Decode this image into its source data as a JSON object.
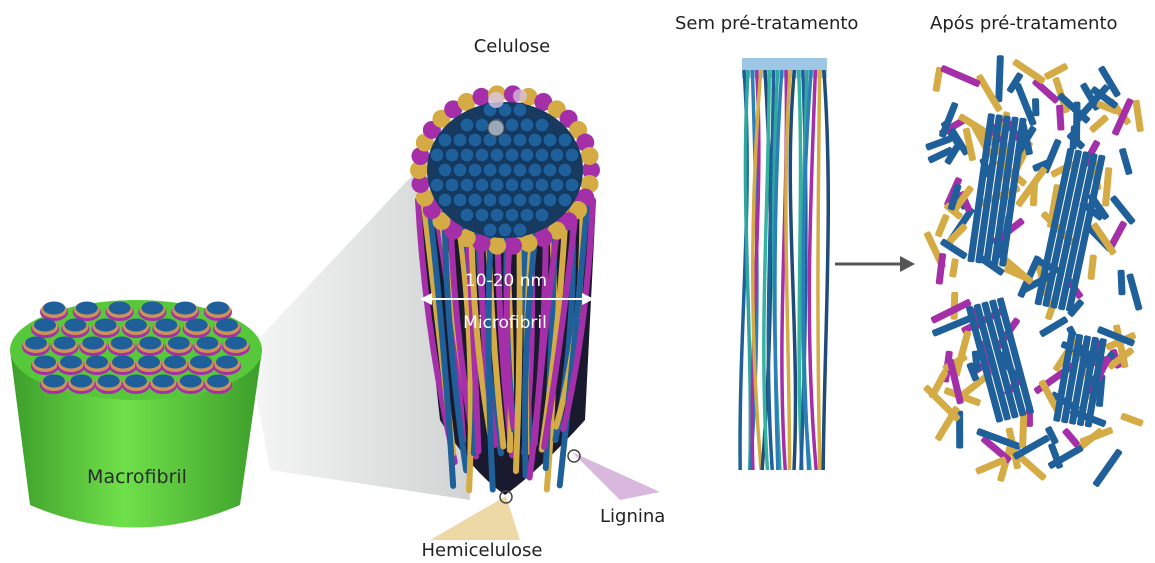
{
  "labels": {
    "celulose": "Celulose",
    "sem_pre": "Sem pré-tratamento",
    "apos_pre": "Após pré-tratamento",
    "dimension": "10-20 nm",
    "microfibril": "Microfibril",
    "macrofibril": "Macrofibril",
    "lignina": "Lignina",
    "hemicelulose": "Hemicelulose"
  },
  "colors": {
    "cellulose": "#1f5f9a",
    "lignin": "#a52fa8",
    "hemicellulose": "#d4ab45",
    "macrofibril_green": "#5fd33d",
    "fiber_green": "#2fa6a0",
    "arrow": "#555555"
  }
}
